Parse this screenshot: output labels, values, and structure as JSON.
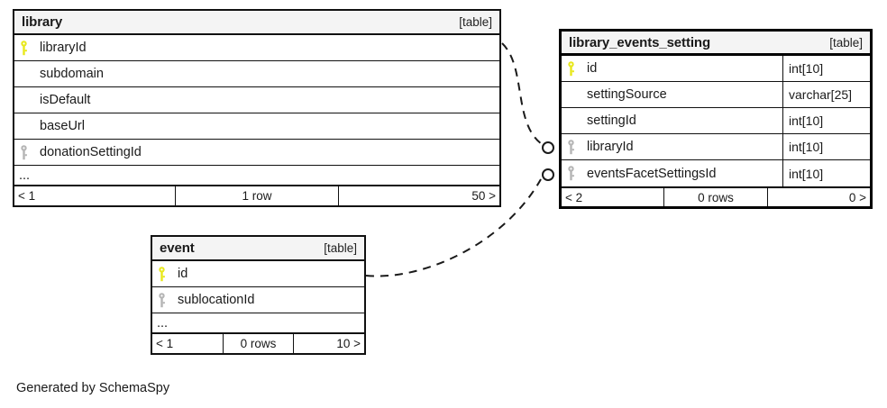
{
  "diagram": {
    "type": "entity-relationship-diagram",
    "generator_credit": "Generated by SchemaSpy",
    "colors": {
      "primary_key": "#e8e81c",
      "foreign_key": "#b5b5b5",
      "header_background": "#f4f4f4",
      "border": "#111111",
      "connector": "#1a1a1a",
      "page_background": "#ffffff"
    }
  },
  "tables": [
    {
      "id": "library",
      "name": "library",
      "kind_label": "[table]",
      "emphasized": false,
      "has_type_column": false,
      "columns": [
        {
          "name": "libraryId",
          "key": "primary",
          "type": ""
        },
        {
          "name": "subdomain",
          "key": "none",
          "type": ""
        },
        {
          "name": "isDefault",
          "key": "none",
          "type": ""
        },
        {
          "name": "baseUrl",
          "key": "none",
          "type": ""
        },
        {
          "name": "donationSettingId",
          "key": "foreign",
          "type": ""
        }
      ],
      "truncation_indicator": "...",
      "footer": {
        "prev": "< 1",
        "rows": "1 row",
        "next": "50 >"
      }
    },
    {
      "id": "library_events_setting",
      "name": "library_events_setting",
      "kind_label": "[table]",
      "emphasized": true,
      "has_type_column": true,
      "columns": [
        {
          "name": "id",
          "key": "primary",
          "type": "int[10]"
        },
        {
          "name": "settingSource",
          "key": "none",
          "type": "varchar[25]"
        },
        {
          "name": "settingId",
          "key": "none",
          "type": "int[10]"
        },
        {
          "name": "libraryId",
          "key": "foreign",
          "type": "int[10]"
        },
        {
          "name": "eventsFacetSettingsId",
          "key": "foreign",
          "type": "int[10]"
        }
      ],
      "truncation_indicator": "",
      "footer": {
        "prev": "< 2",
        "rows": "0 rows",
        "next": "0 >"
      }
    },
    {
      "id": "event",
      "name": "event",
      "kind_label": "[table]",
      "emphasized": false,
      "has_type_column": false,
      "columns": [
        {
          "name": "id",
          "key": "primary",
          "type": ""
        },
        {
          "name": "sublocationId",
          "key": "foreign",
          "type": ""
        }
      ],
      "truncation_indicator": "...",
      "footer": {
        "prev": "< 1",
        "rows": "0 rows",
        "next": "10 >"
      }
    }
  ],
  "relationships": [
    {
      "id": "library-to-library_events_setting",
      "from_table": "library",
      "to_table": "library_events_setting",
      "to_column": "libraryId",
      "style": "dashed",
      "end_marker": "crows-foot-optional"
    },
    {
      "id": "event-to-library_events_setting",
      "from_table": "event",
      "to_table": "library_events_setting",
      "to_column": "eventsFacetSettingsId",
      "style": "dashed",
      "end_marker": "crows-foot-optional"
    }
  ]
}
